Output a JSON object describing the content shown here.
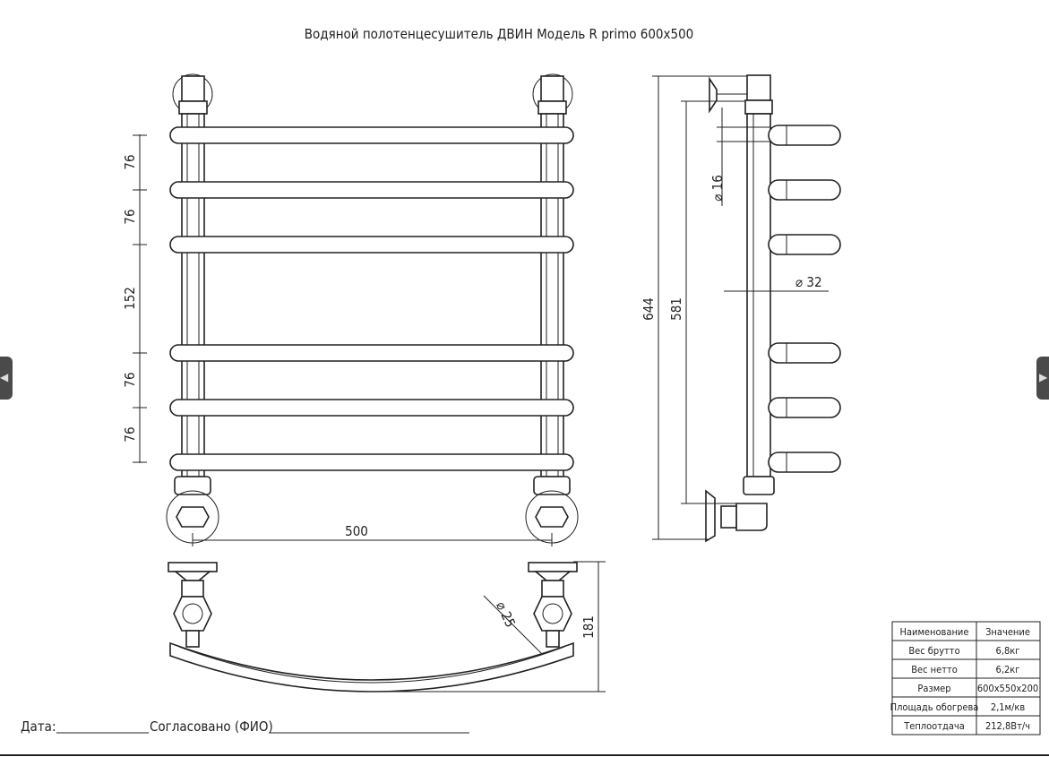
{
  "title": "Водяной полотенцесушитель ДВИН Модель R primo 600x500",
  "dimensions": {
    "rail_spacing_1": "76",
    "rail_spacing_2": "76",
    "rail_spacing_3": "152",
    "rail_spacing_4": "76",
    "rail_spacing_5": "76",
    "width": "500",
    "total_height": "644",
    "center_distance": "581",
    "rail_diameter": "⌀ 16",
    "pipe_diameter": "⌀ 32",
    "arc_pipe_diameter": "⌀ 25",
    "depth": "181"
  },
  "spec_table": {
    "headers": [
      "Наименование",
      "Значение"
    ],
    "rows": [
      [
        "Вес брутто",
        "6,8кг"
      ],
      [
        "Вес нетто",
        "6,2кг"
      ],
      [
        "Размер",
        "600x550x200"
      ],
      [
        "Площадь обогрева",
        "2,1м/кв"
      ],
      [
        "Теплоотдача",
        "212,8Вт/ч"
      ]
    ]
  },
  "footer": {
    "date_label": "Дата:",
    "approved_label": "Согласовано (ФИО)"
  },
  "nav": {
    "prev_icon": "◀",
    "next_icon": "▶"
  }
}
